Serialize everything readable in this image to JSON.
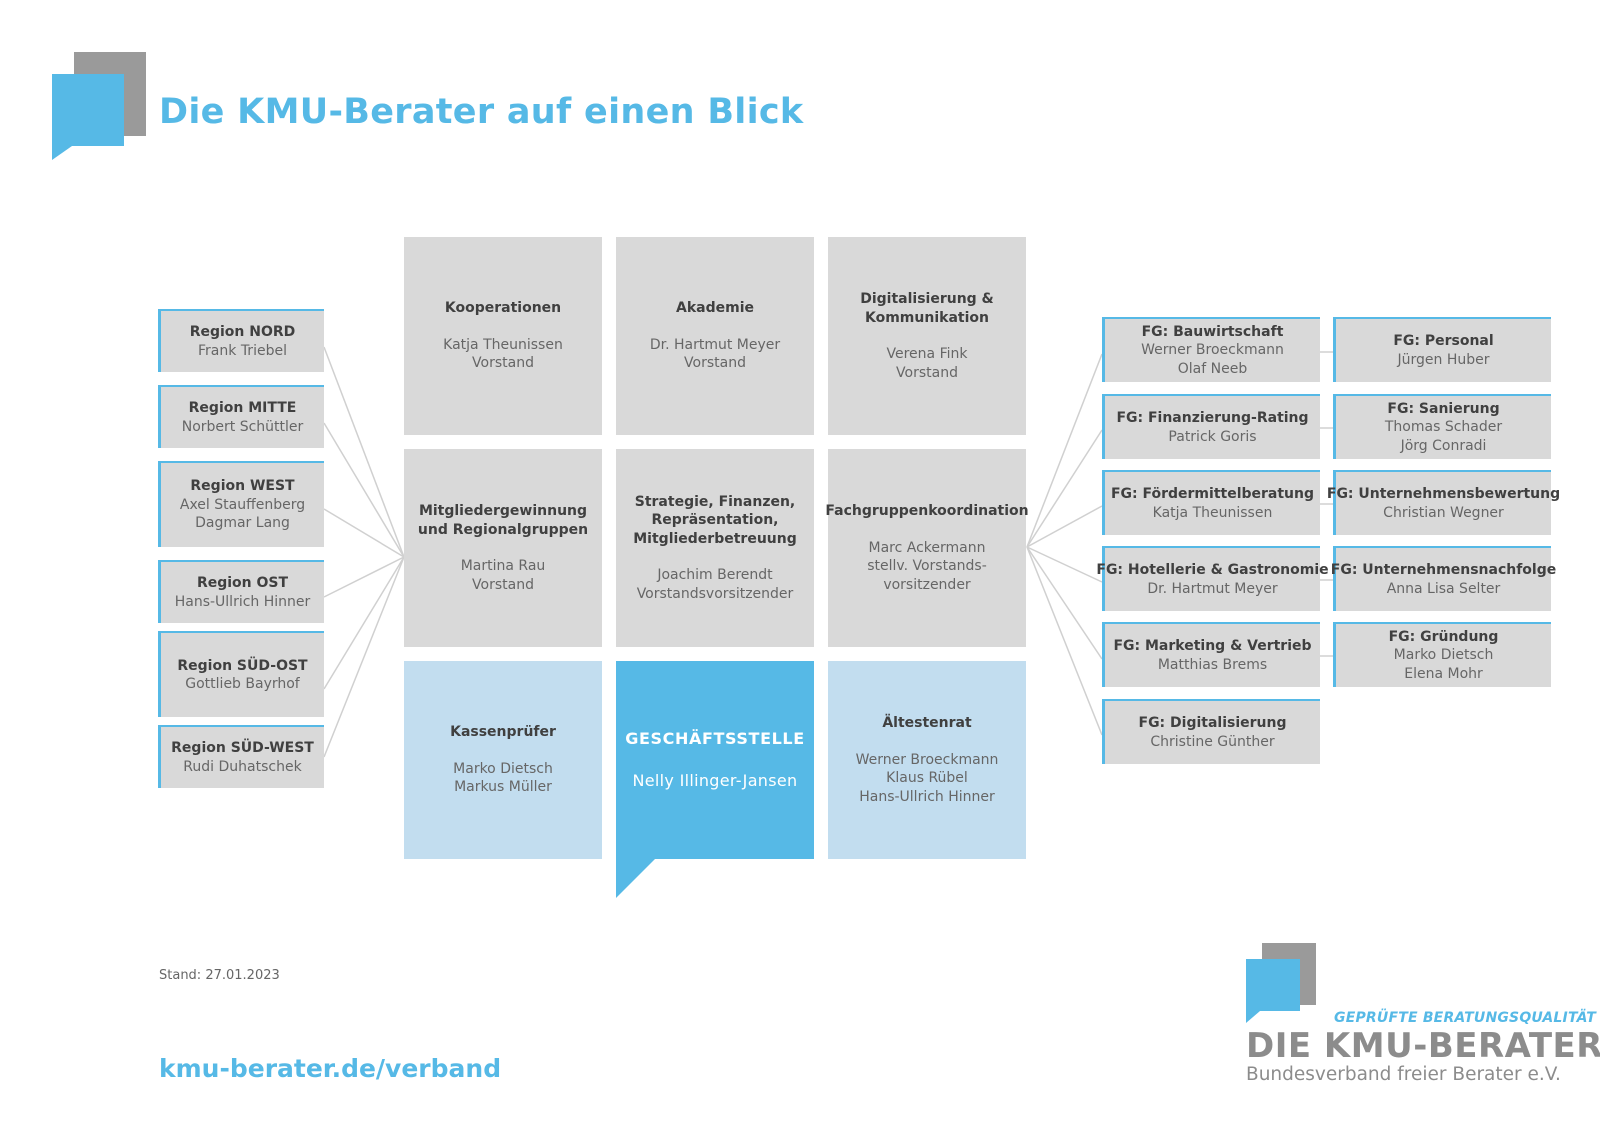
{
  "title": "Die KMU-Berater auf einen Blick",
  "stand": "Stand: 27.01.2023",
  "url": "kmu-berater.de/verband",
  "colors": {
    "accent": "#56b9e6",
    "box_gray": "#d9d9d9",
    "box_light_blue": "#c2ddef"
  },
  "grid": [
    {
      "heading": "Kooperationen",
      "body": "Katja Theunissen\nVorstand"
    },
    {
      "heading": "Akademie",
      "body": "Dr. Hartmut Meyer\nVorstand"
    },
    {
      "heading": "Digitalisierung &\nKommunikation",
      "body": "Verena Fink\nVorstand"
    },
    {
      "heading": "Mitgliedergewinnung\nund Regionalgruppen",
      "body": "Martina Rau\nVorstand"
    },
    {
      "heading": "Strategie, Finanzen,\nRepräsentation,\nMitgliederbetreuung",
      "body": "Joachim Berendt\nVorstandsvorsitzender"
    },
    {
      "heading": "Fachgruppenkoordination",
      "body": "Marc Ackermann\nstellv. Vorstands-\nvorsitzender"
    },
    {
      "heading": "Kassenprüfer",
      "body": "Marko Dietsch\nMarkus Müller"
    },
    {
      "heading": "GESCHÄFTSSTELLE",
      "body": "Nelly Illinger-Jansen"
    },
    {
      "heading": "Ältestenrat",
      "body": "Werner Broeckmann\nKlaus Rübel\nHans-Ullrich Hinner"
    }
  ],
  "regions": [
    {
      "heading": "Region NORD",
      "body": "Frank Triebel"
    },
    {
      "heading": "Region MITTE",
      "body": "Norbert Schüttler"
    },
    {
      "heading": "Region WEST",
      "body": "Axel Stauffenberg\nDagmar Lang"
    },
    {
      "heading": "Region OST",
      "body": "Hans-Ullrich Hinner"
    },
    {
      "heading": "Region SÜD-OST",
      "body": "Gottlieb Bayrhof"
    },
    {
      "heading": "Region SÜD-WEST",
      "body": "Rudi Duhatschek"
    }
  ],
  "fachgruppen_left": [
    {
      "heading": "FG: Bauwirtschaft",
      "body": "Werner Broeckmann\nOlaf Neeb"
    },
    {
      "heading": "FG: Finanzierung-Rating",
      "body": "Patrick Goris"
    },
    {
      "heading": "FG: Fördermittelberatung",
      "body": "Katja Theunissen"
    },
    {
      "heading": "FG: Hotellerie & Gastronomie",
      "body": "Dr. Hartmut Meyer"
    },
    {
      "heading": "FG: Marketing & Vertrieb",
      "body": "Matthias Brems"
    },
    {
      "heading": "FG: Digitalisierung",
      "body": "Christine Günther"
    }
  ],
  "fachgruppen_right": [
    {
      "heading": "FG: Personal",
      "body": "Jürgen Huber"
    },
    {
      "heading": "FG: Sanierung",
      "body": "Thomas Schader\nJörg Conradi"
    },
    {
      "heading": "FG: Unternehmensbewertung",
      "body": "Christian Wegner"
    },
    {
      "heading": "FG: Unternehmensnachfolge",
      "body": "Anna Lisa Selter"
    },
    {
      "heading": "FG: Gründung",
      "body": "Marko Dietsch\nElena Mohr"
    }
  ],
  "logo": {
    "tagline": "GEPRÜFTE BERATUNGSQUALITÄT",
    "name": "DIE KMU-BERATER",
    "subtitle": "Bundesverband freier Berater e.V."
  }
}
